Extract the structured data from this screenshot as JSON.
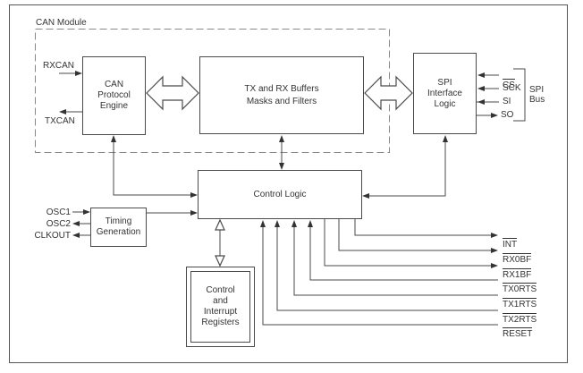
{
  "diagram": {
    "module_label": "CAN Module",
    "blocks": {
      "can_protocol_engine": "CAN\nProtocol\nEngine",
      "tx_rx_buffers": "TX and RX Buffers\nMasks and Filters",
      "spi_interface": "SPI\nInterface\nLogic",
      "control_logic": "Control Logic",
      "timing_generation": "Timing\nGeneration",
      "control_interrupt_registers": "Control\nand\nInterrupt\nRegisters"
    },
    "left_signals": {
      "rxcan": "RXCAN",
      "txcan": "TXCAN",
      "osc1": "OSC1",
      "osc2": "OSC2",
      "clkout": "CLKOUT"
    },
    "spi_signals": {
      "cs": "CS",
      "sck": "SCK",
      "si": "SI",
      "so": "SO",
      "bus_label": "SPI\nBus"
    },
    "right_signals": {
      "int": "INT",
      "rx0bf": "RX0BF",
      "rx1bf": "RX1BF",
      "tx0rts": "TX0RTS",
      "tx1rts": "TX1RTS",
      "tx2rts": "TX2RTS",
      "reset": "RESET"
    },
    "colors": {
      "line": "#4a4a4a",
      "text": "#333333",
      "dashed_border": "#888888",
      "outer_border": "#555555"
    }
  }
}
